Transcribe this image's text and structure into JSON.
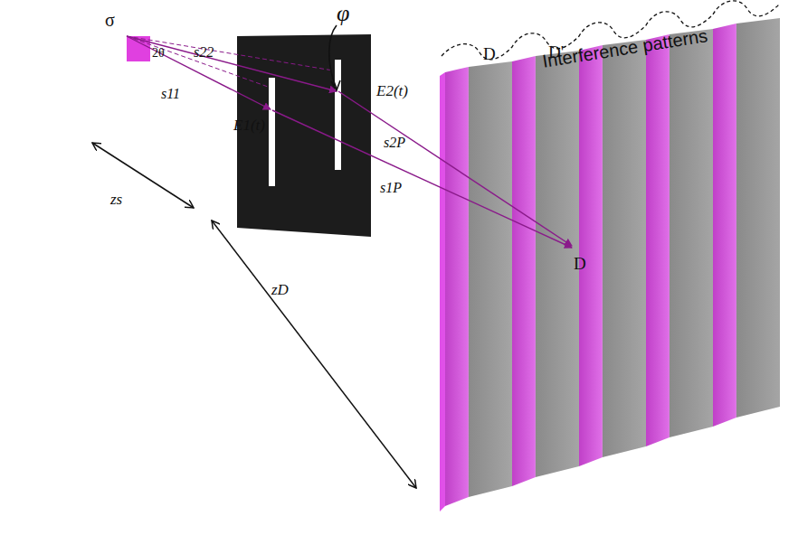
{
  "diagram": {
    "labels": [
      "σ",
      "2θ",
      "s22",
      "s11",
      "E1(t)",
      "φ",
      "E2(t)",
      "s2P",
      "s1P",
      "D",
      "D",
      "D'",
      "Interference patterns",
      "zs",
      "zD"
    ]
  }
}
